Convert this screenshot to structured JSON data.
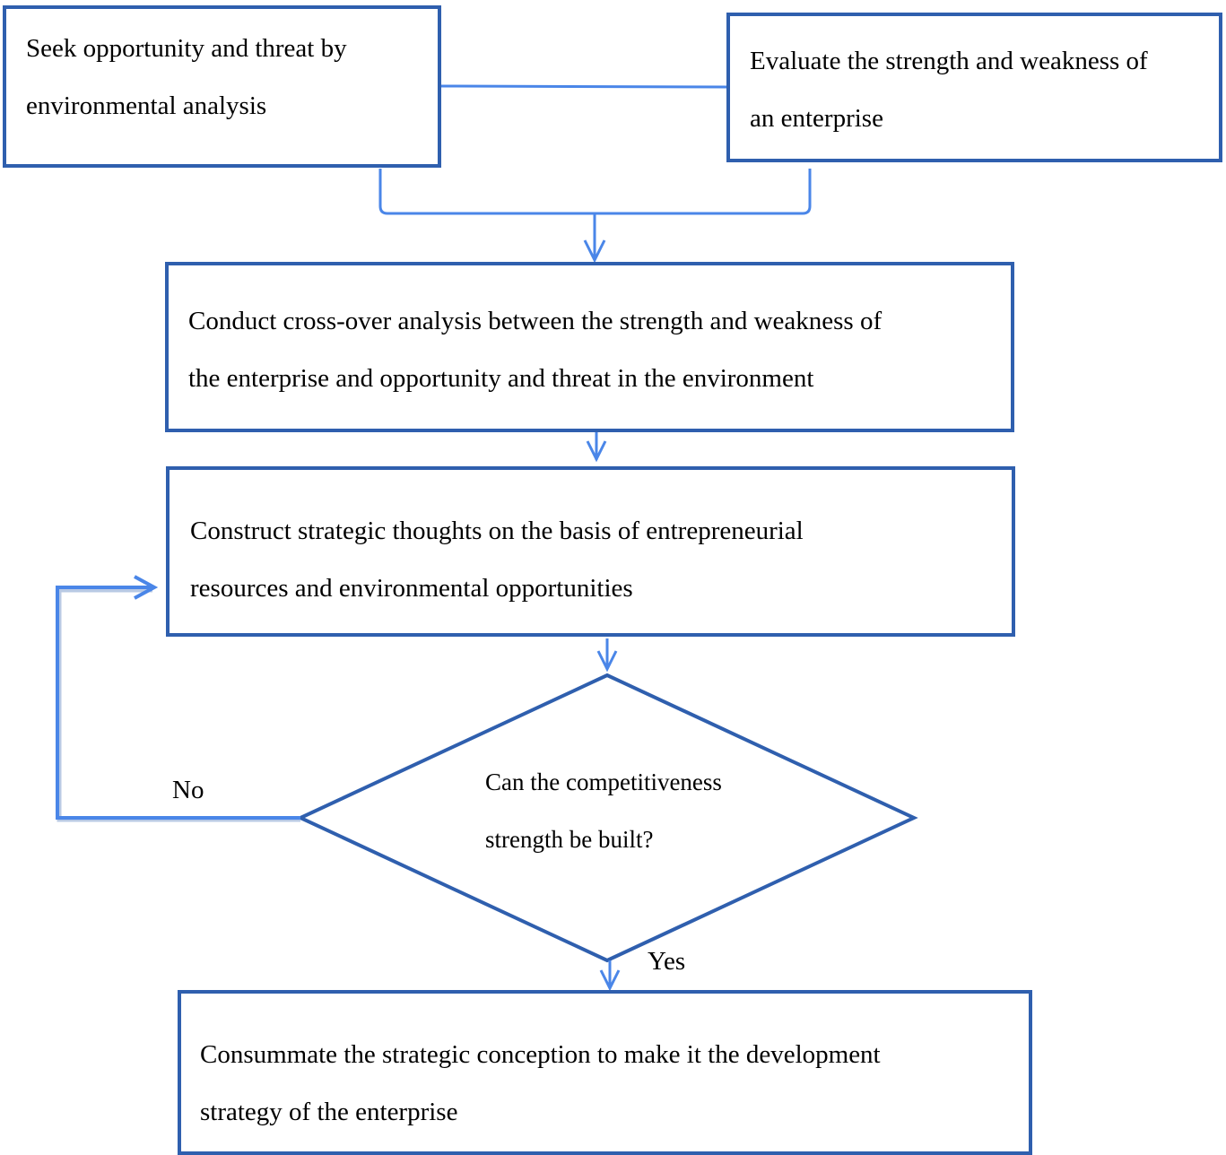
{
  "colors": {
    "box_border": "#2f5fae",
    "connector": "#4a86e8",
    "text": "#000000"
  },
  "nodes": {
    "seek": {
      "lines": [
        "Seek opportunity and threat by",
        "environmental analysis"
      ]
    },
    "evaluate": {
      "lines": [
        "Evaluate the strength and weakness of",
        "an enterprise"
      ]
    },
    "crossover": {
      "lines": [
        "Conduct cross-over analysis between the strength and weakness of",
        "the enterprise and opportunity and threat in the environment"
      ]
    },
    "construct": {
      "lines": [
        "Construct strategic thoughts on the basis of entrepreneurial",
        "resources and environmental opportunities"
      ]
    },
    "decision": {
      "lines": [
        "Can the competitiveness",
        "strength be built?"
      ]
    },
    "consummate": {
      "lines": [
        "Consummate the strategic conception to make it the development",
        "strategy of the enterprise"
      ]
    }
  },
  "edges": {
    "no_label": "No",
    "yes_label": "Yes"
  }
}
